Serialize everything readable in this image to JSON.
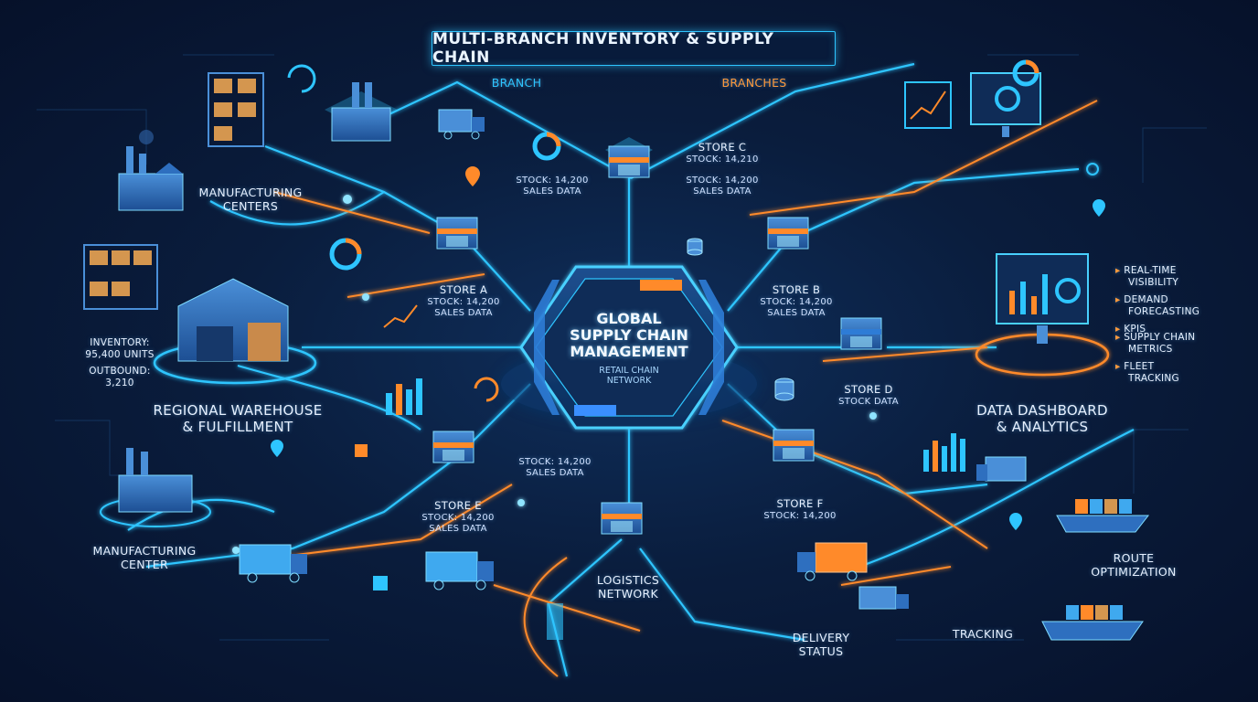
{
  "title": "MULTI-BRANCH INVENTORY & SUPPLY CHAIN",
  "header_tags": {
    "left": "BRANCH",
    "right": "BRANCHES"
  },
  "hub": {
    "line1": "GLOBAL",
    "line2": "SUPPLY CHAIN",
    "line3": "MANAGEMENT",
    "sub1": "RETAIL CHAIN",
    "sub2": "NETWORK"
  },
  "stores": {
    "top": {
      "stock": "STOCK: 14,200",
      "sales": "SALES DATA"
    },
    "c": {
      "name": "STORE C",
      "stock": "STOCK: 14,210",
      "stock2": "STOCK: 14,200",
      "sales": "SALES DATA"
    },
    "a": {
      "name": "STORE A",
      "stock": "STOCK: 14,200",
      "sales": "SALES DATA"
    },
    "b": {
      "name": "STORE B",
      "stock": "STOCK: 14,200",
      "sales": "SALES DATA"
    },
    "d": {
      "name": "STORE D",
      "stock": "STOCK DATA"
    },
    "e": {
      "name": "STORE E",
      "stock": "STOCK: 14,200",
      "sales": "SALES DATA"
    },
    "e_top": {
      "stock": "STOCK: 14,200",
      "sales": "SALES DATA"
    },
    "f": {
      "name": "STORE F",
      "stock": "STOCK: 14,200"
    }
  },
  "nodes": {
    "manufacturing_centers": {
      "line1": "MANUFACTURING",
      "line2": "CENTERS"
    },
    "warehouse": {
      "line1": "REGIONAL WAREHOUSE",
      "line2": "& FULFILLMENT"
    },
    "inventory": {
      "line1": "INVENTORY:",
      "line2": "95,400 UNITS"
    },
    "outbound": {
      "line1": "OUTBOUND:",
      "line2": "3,210"
    },
    "manufacturing_center": {
      "line1": "MANUFACTURING",
      "line2": "CENTER"
    },
    "logistics": {
      "line1": "LOGISTICS",
      "line2": "NETWORK"
    },
    "dashboard": {
      "line1": "DATA DASHBOARD",
      "line2": "& ANALYTICS"
    },
    "delivery": {
      "line1": "DELIVERY",
      "line2": "STATUS"
    },
    "tracking": "TRACKING",
    "route": {
      "line1": "ROUTE",
      "line2": "OPTIMIZATION"
    }
  },
  "kpi_list": [
    {
      "line1": "REAL-TIME",
      "line2": "VISIBILITY"
    },
    {
      "line1": "DEMAND",
      "line2": "FORECASTING"
    },
    {
      "line1": "KPIs",
      "line2": ""
    },
    {
      "line1": "SUPPLY CHAIN",
      "line2": "METRICS"
    },
    {
      "line1": "FLEET",
      "line2": "TRACKING"
    }
  ],
  "colors": {
    "cyan": "#2ec5ff",
    "orange": "#ff8a2a",
    "background": "#0a1d3d"
  }
}
